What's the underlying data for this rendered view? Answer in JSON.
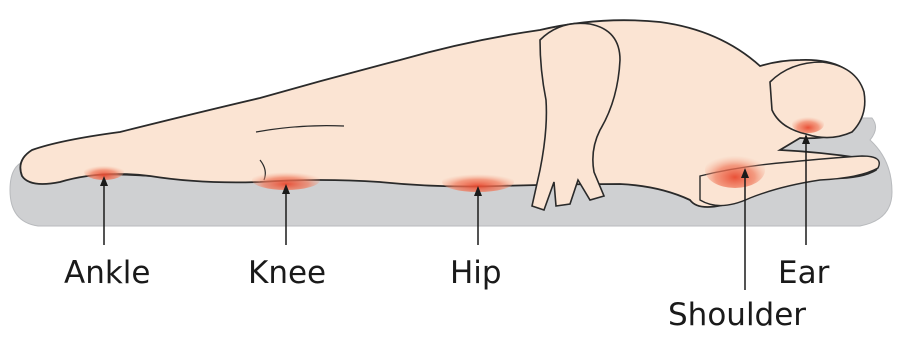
{
  "labels": {
    "ankle": "Ankle",
    "knee": "Knee",
    "hip": "Hip",
    "shoulder": "Shoulder",
    "ear": "Ear"
  },
  "colors": {
    "skin": "#fbe4d3",
    "outline": "#2a2a2a",
    "mattress": "#cfd0d2",
    "mattress_edge": "#a7a9ac",
    "pressure_core": "#e8492f",
    "pressure_glow": "#f6b39a"
  }
}
